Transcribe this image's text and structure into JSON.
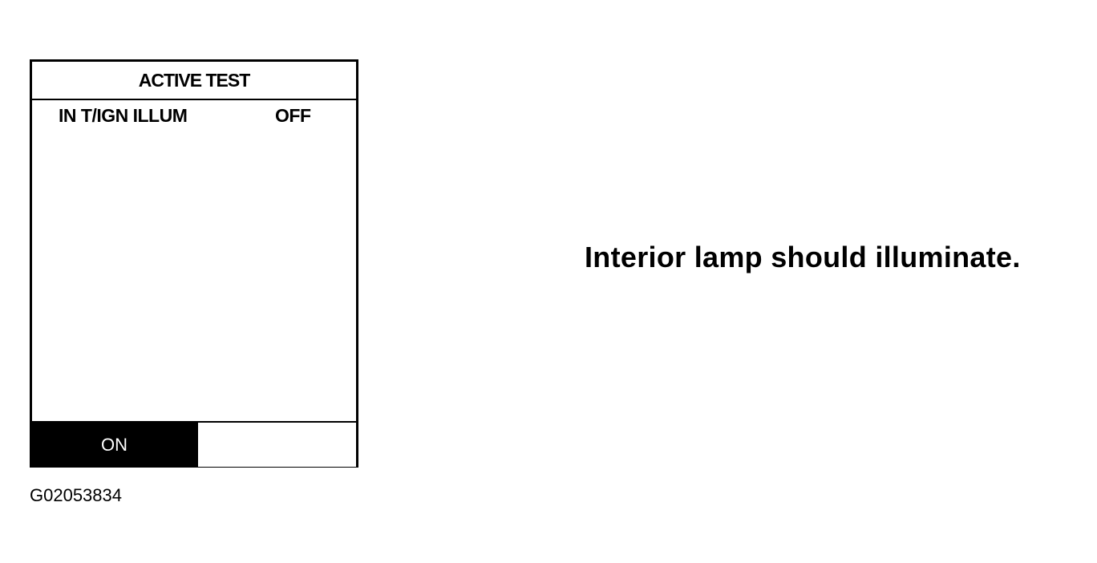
{
  "screen": {
    "title": "ACTIVE TEST",
    "parameter": {
      "name": "IN T/IGN ILLUM",
      "value": "OFF"
    },
    "buttons": {
      "on_label": "ON",
      "off_label": ""
    }
  },
  "caption": "Interior lamp should illuminate.",
  "figure_id": "G02053834"
}
